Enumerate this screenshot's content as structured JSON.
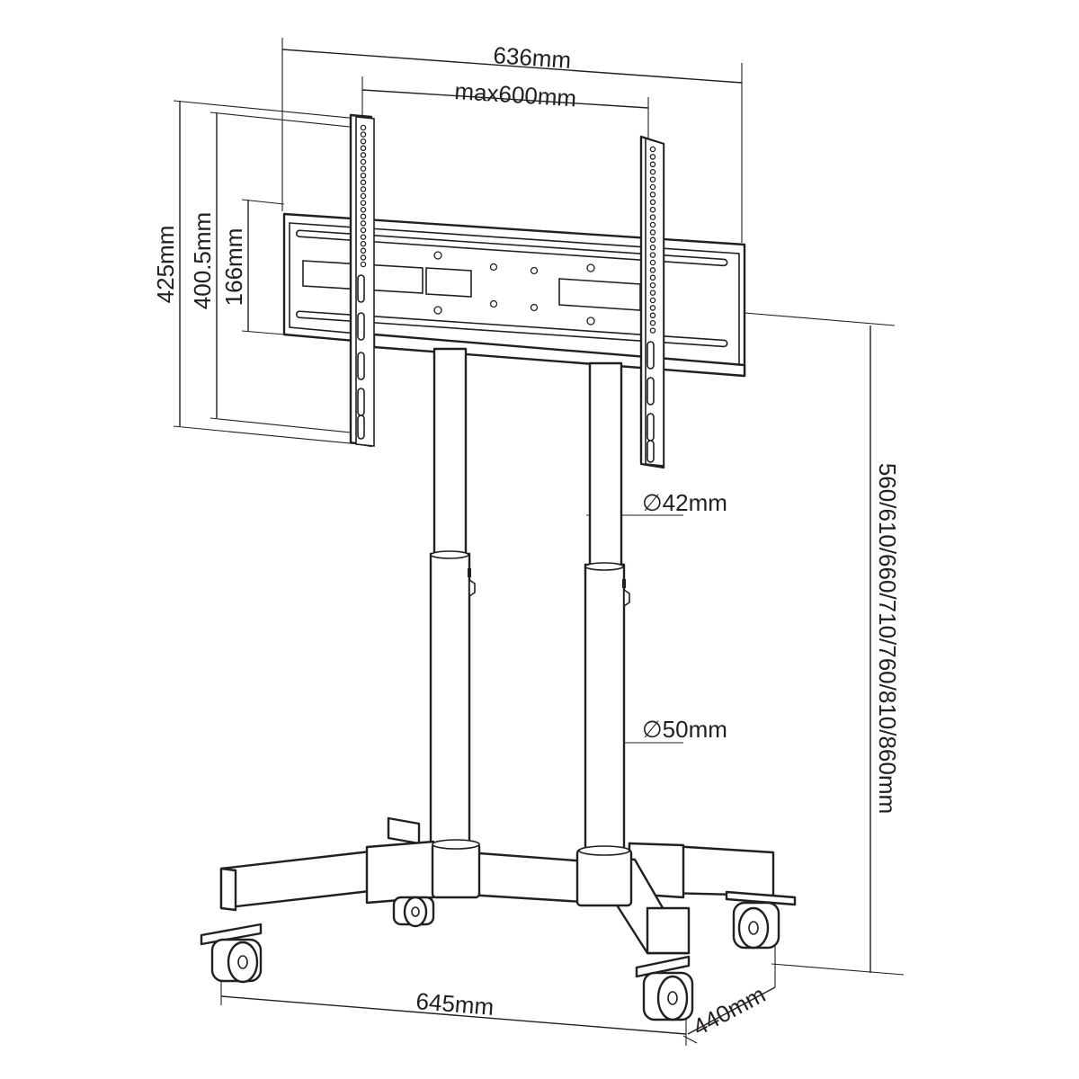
{
  "labels": {
    "overall_width": "636mm",
    "max_vesa_width": "max600mm",
    "bracket_height": "425mm",
    "vesa_height": "400.5mm",
    "plate_height": "166mm",
    "adjustable_height": "560/610/660/710/760/810/860mm",
    "upper_tube_diameter": "∅42mm",
    "lower_tube_diameter": "∅50mm",
    "base_width": "645mm",
    "base_depth": "440mm"
  },
  "colors": {
    "line": "#231f20",
    "background": "#ffffff"
  }
}
